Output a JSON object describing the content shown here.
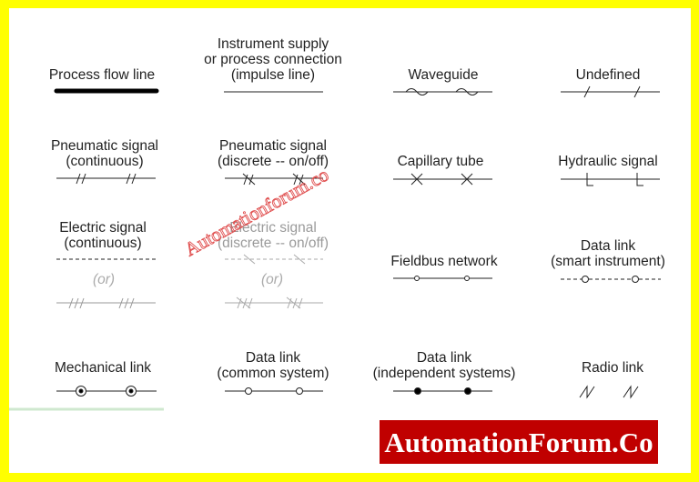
{
  "symbols": {
    "process_flow": {
      "label": [
        "Process flow line"
      ]
    },
    "instrument_supply": {
      "label": [
        "Instrument supply",
        "or process connection",
        "(impulse line)"
      ]
    },
    "waveguide": {
      "label": [
        "Waveguide"
      ]
    },
    "undefined": {
      "label": [
        "Undefined"
      ]
    },
    "pneumatic_continuous": {
      "label": [
        "Pneumatic signal",
        "(continuous)"
      ]
    },
    "pneumatic_discrete": {
      "label": [
        "Pneumatic signal",
        "(discrete -- on/off)"
      ]
    },
    "capillary_tube": {
      "label": [
        "Capillary tube"
      ]
    },
    "hydraulic_signal": {
      "label": [
        "Hydraulic signal"
      ]
    },
    "electric_continuous": {
      "label": [
        "Electric signal",
        "(continuous)"
      ],
      "or": "(or)"
    },
    "electric_discrete": {
      "label": [
        "Electric signal",
        "(discrete -- on/off)"
      ],
      "or": "(or)"
    },
    "fieldbus": {
      "label": [
        "Fieldbus network"
      ]
    },
    "data_link_smart": {
      "label": [
        "Data link",
        "(smart instrument)"
      ]
    },
    "mechanical_link": {
      "label": [
        "Mechanical link"
      ]
    },
    "data_link_common": {
      "label": [
        "Data link",
        "(common system)"
      ]
    },
    "data_link_independent": {
      "label": [
        "Data link",
        "(independent systems)"
      ]
    },
    "radio_link": {
      "label": [
        "Radio link"
      ]
    }
  },
  "watermark": "Automationforum.co",
  "brand_banner": {
    "text": "AutomationForum.Co",
    "background": "#c00000"
  },
  "colors": {
    "border": "#ffff00",
    "watermark": "#e05050"
  }
}
